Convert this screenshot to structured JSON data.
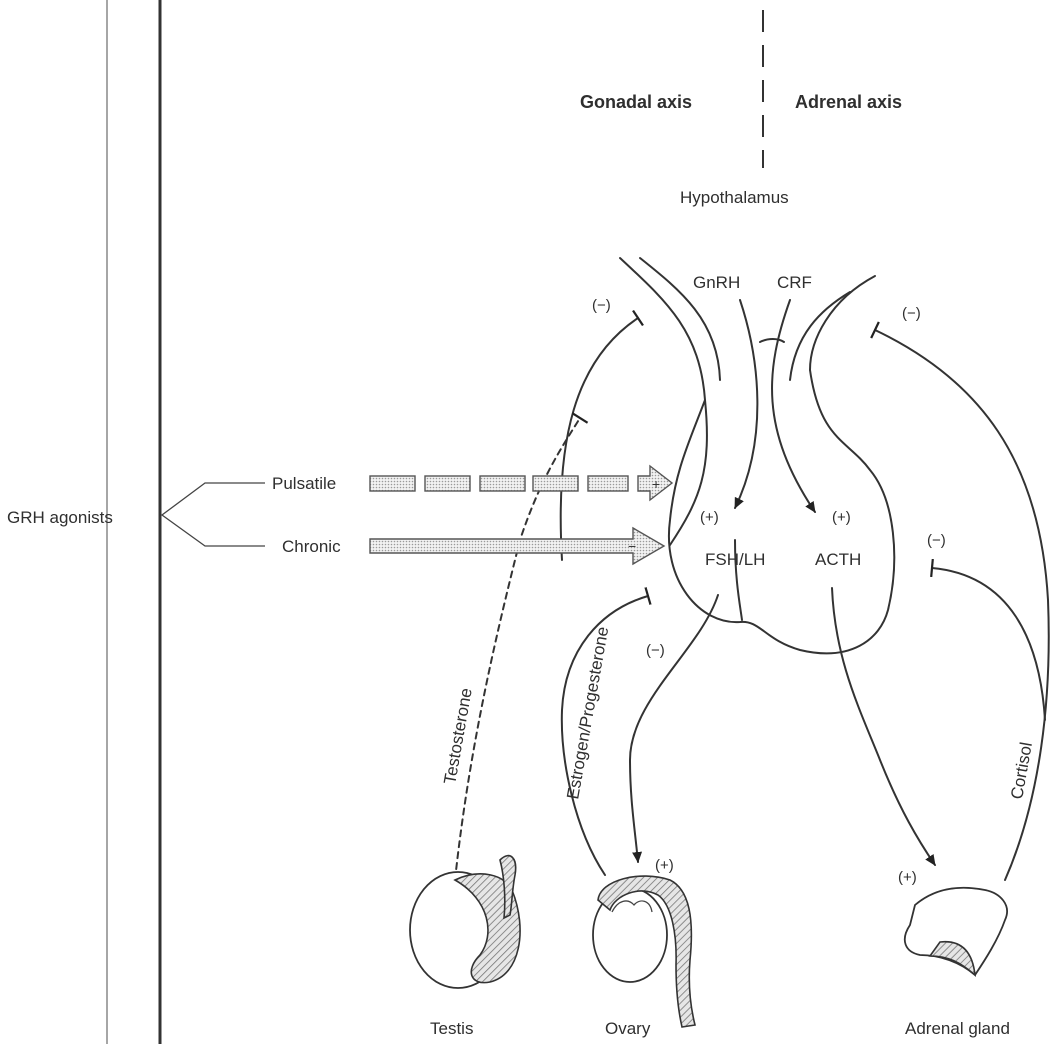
{
  "headers": {
    "gonadal": "Gonadal axis",
    "adrenal": "Adrenal axis"
  },
  "hypothalamus": "Hypothalamus",
  "hormones": {
    "gnrh": "GnRH",
    "crf": "CRF",
    "fsh_lh": "FSH/LH",
    "acth": "ACTH"
  },
  "agonists": {
    "label": "GRH agonists",
    "pulsatile": "Pulsatile",
    "chronic": "Chronic"
  },
  "feedback": {
    "testosterone": "Testosterone",
    "estrogen": "Estrogen/Progesterone",
    "cortisol": "Cortisol"
  },
  "organs": {
    "testis": "Testis",
    "ovary": "Ovary",
    "adrenal": "Adrenal gland"
  },
  "signs": {
    "plus": "(+)",
    "minus": "(−)"
  }
}
